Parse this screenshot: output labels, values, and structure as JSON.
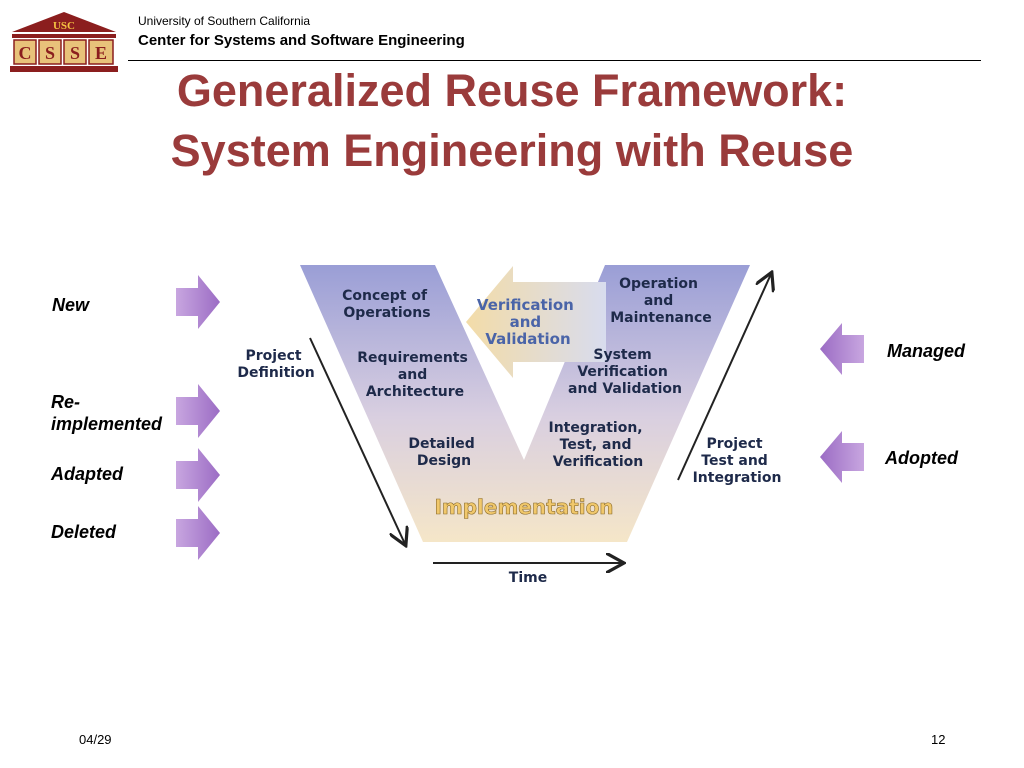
{
  "header": {
    "logo_text": "USC",
    "logo_letters": [
      "C",
      "S",
      "S",
      "E"
    ],
    "university": "University of Southern California",
    "center": "Center for Systems and Software Engineering"
  },
  "title": {
    "line1": "Generalized Reuse Framework:",
    "line2": "System Engineering with Reuse"
  },
  "left_labels": {
    "new": "New",
    "reimplemented_1": "Re-",
    "reimplemented_2": "implemented",
    "adapted": "Adapted",
    "deleted": "Deleted"
  },
  "right_labels": {
    "managed": "Managed",
    "adopted": "Adopted"
  },
  "vmodel": {
    "concept": [
      "Concept of",
      "Operations"
    ],
    "requirements": [
      "Requirements",
      "and",
      "Architecture"
    ],
    "detailed": [
      "Detailed",
      "Design"
    ],
    "implementation": "Implementation",
    "integration": [
      "Integration,",
      "Test, and",
      "Verification"
    ],
    "system_vv": [
      "System",
      "Verification",
      "and Validation"
    ],
    "operation": [
      "Operation",
      "and",
      "Maintenance"
    ],
    "vv": [
      "Verification",
      "and",
      "Validation"
    ],
    "project_definition": [
      "Project",
      "Definition"
    ],
    "project_test": [
      "Project",
      "Test and",
      "Integration"
    ],
    "time": "Time"
  },
  "colors": {
    "title": "#9a3b3b",
    "arrow_purple": "#a478c8",
    "v_top": "#9a9ed6",
    "v_bottom": "#f5e6c8"
  },
  "footer": {
    "date": "04/29",
    "page": "12"
  }
}
